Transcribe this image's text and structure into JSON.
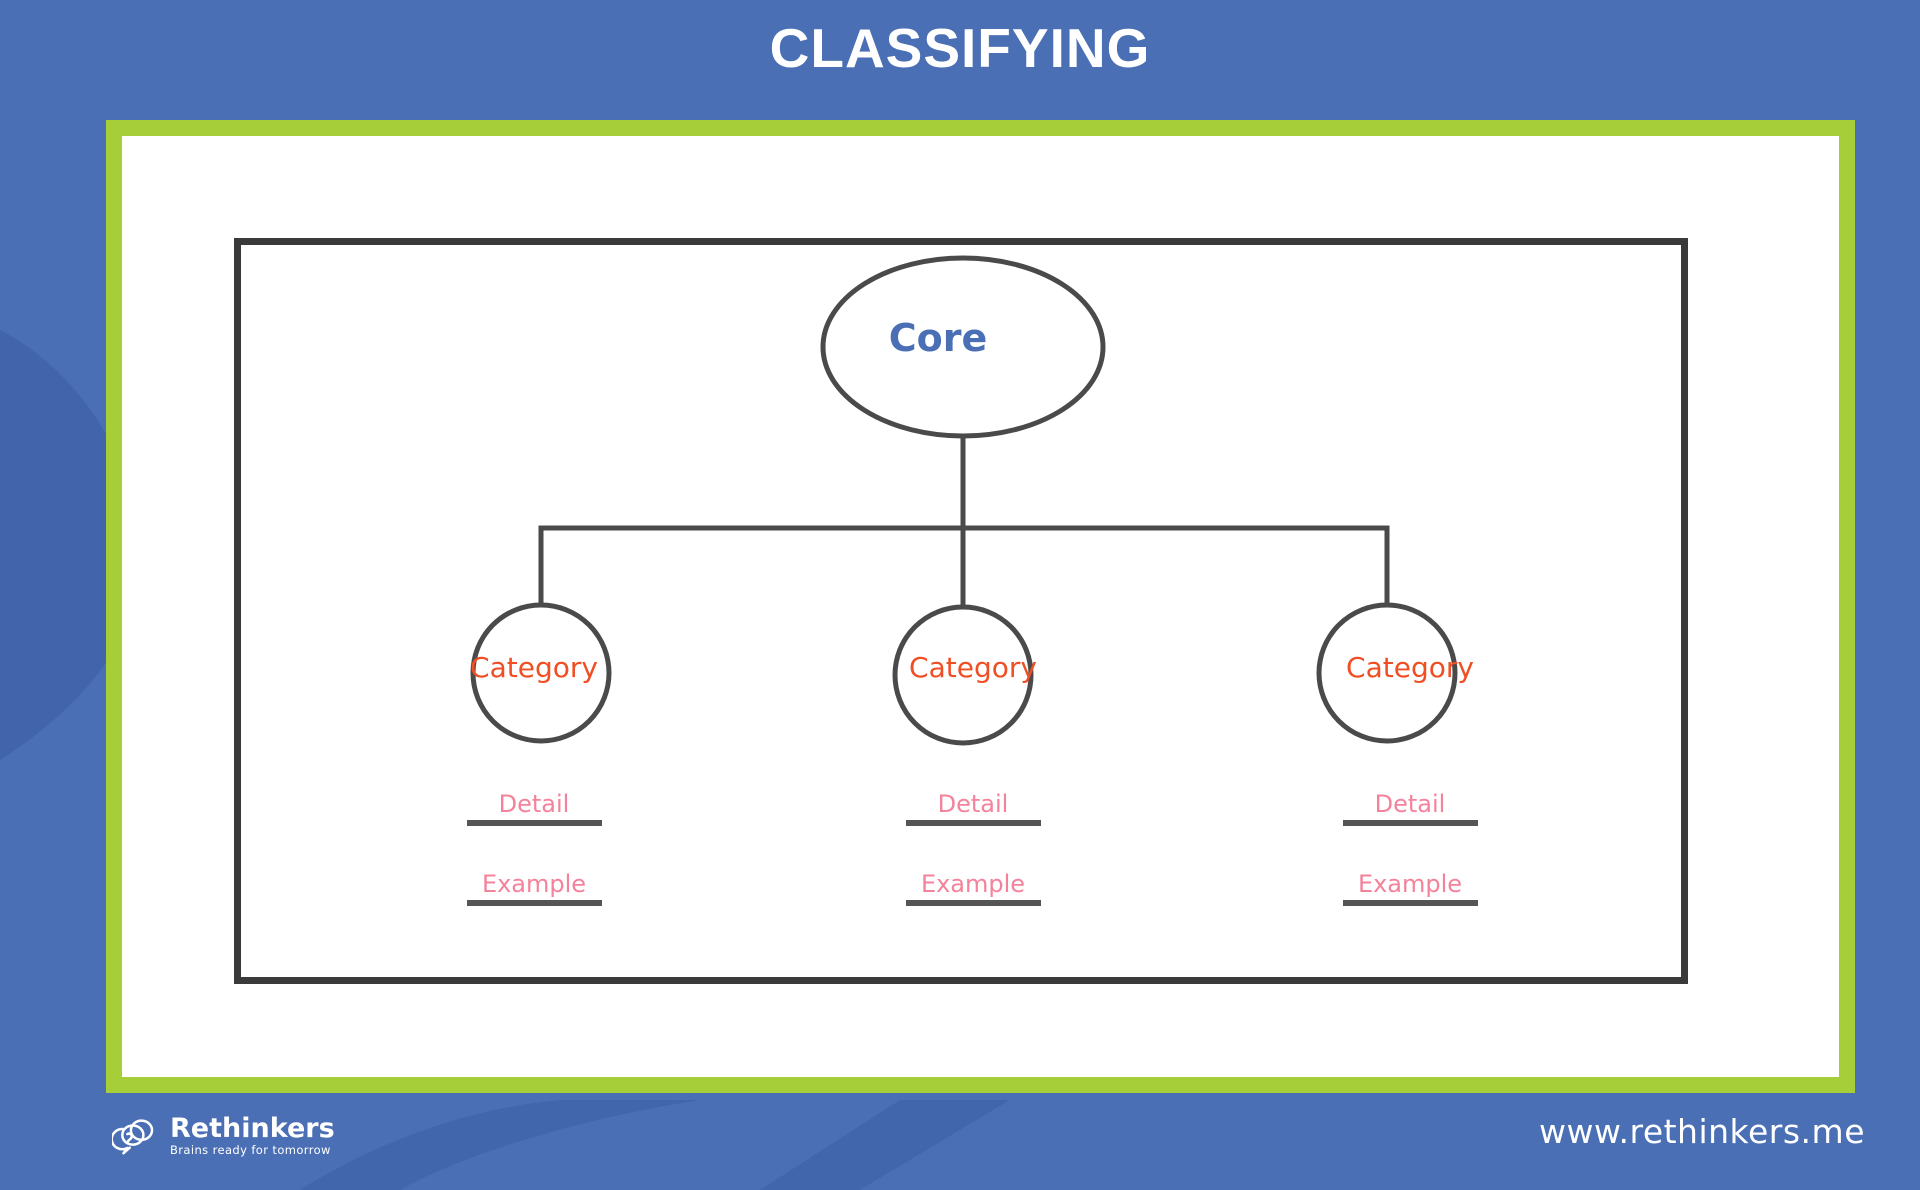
{
  "slide": {
    "title": "CLASSIFYING",
    "background_color": "#4a6fb5",
    "frame_color": "#a6ce39",
    "card_color": "#ffffff"
  },
  "diagram": {
    "type": "hierarchy-tree",
    "border_color": "#3a3a3a",
    "root": {
      "label": "Core",
      "shape": "ellipse",
      "text_color": "#4a6fb5"
    },
    "children": [
      {
        "label": "Category",
        "shape": "circle",
        "text_color": "#f04e23",
        "blanks": [
          {
            "label": "Detail",
            "text_color": "#f5829b",
            "rule_color": "#555555"
          },
          {
            "label": "Example",
            "text_color": "#f5829b",
            "rule_color": "#555555"
          }
        ]
      },
      {
        "label": "Category",
        "shape": "circle",
        "text_color": "#f04e23",
        "blanks": [
          {
            "label": "Detail",
            "text_color": "#f5829b",
            "rule_color": "#555555"
          },
          {
            "label": "Example",
            "text_color": "#f5829b",
            "rule_color": "#555555"
          }
        ]
      },
      {
        "label": "Category",
        "shape": "circle",
        "text_color": "#f04e23",
        "blanks": [
          {
            "label": "Detail",
            "text_color": "#f5829b",
            "rule_color": "#555555"
          },
          {
            "label": "Example",
            "text_color": "#f5829b",
            "rule_color": "#555555"
          }
        ]
      }
    ]
  },
  "footer": {
    "brand_name": "Rethinkers",
    "tagline": "Brains ready for tomorrow",
    "url": "www.rethinkers.me",
    "logo_icon": "brain-bubbles-icon"
  }
}
